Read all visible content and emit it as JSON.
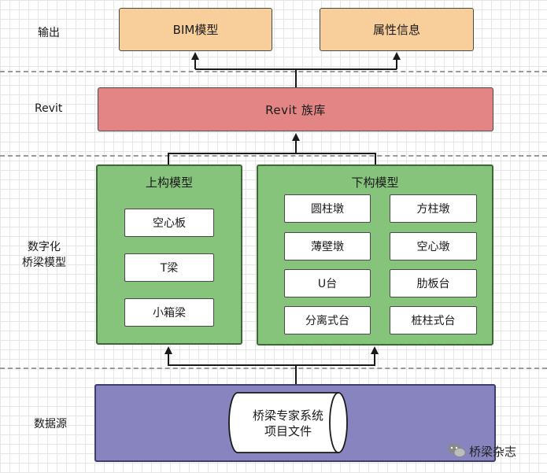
{
  "lanes": {
    "output": "输出",
    "revit": "Revit",
    "digital": [
      "数字化",
      "桥梁模型"
    ],
    "source": "数据源"
  },
  "outputs": {
    "bim": "BIM模型",
    "attr": "属性信息"
  },
  "revit_lib": "Revit 族库",
  "upper": {
    "title": "上构模型",
    "items": [
      "空心板",
      "T梁",
      "小箱梁"
    ]
  },
  "lower": {
    "title": "下构模型",
    "items": [
      "圆柱墩",
      "方柱墩",
      "薄壁墩",
      "空心墩",
      "U台",
      "肋板台",
      "分离式台",
      "桩柱式台"
    ]
  },
  "source_db": [
    "桥梁专家系统",
    "项目文件"
  ],
  "watermark": "桥梁杂志",
  "colors": {
    "output_fill": "#f8cf9a",
    "revit_fill": "#e28584",
    "model_fill": "#86c47b",
    "source_fill": "#8784bf"
  }
}
